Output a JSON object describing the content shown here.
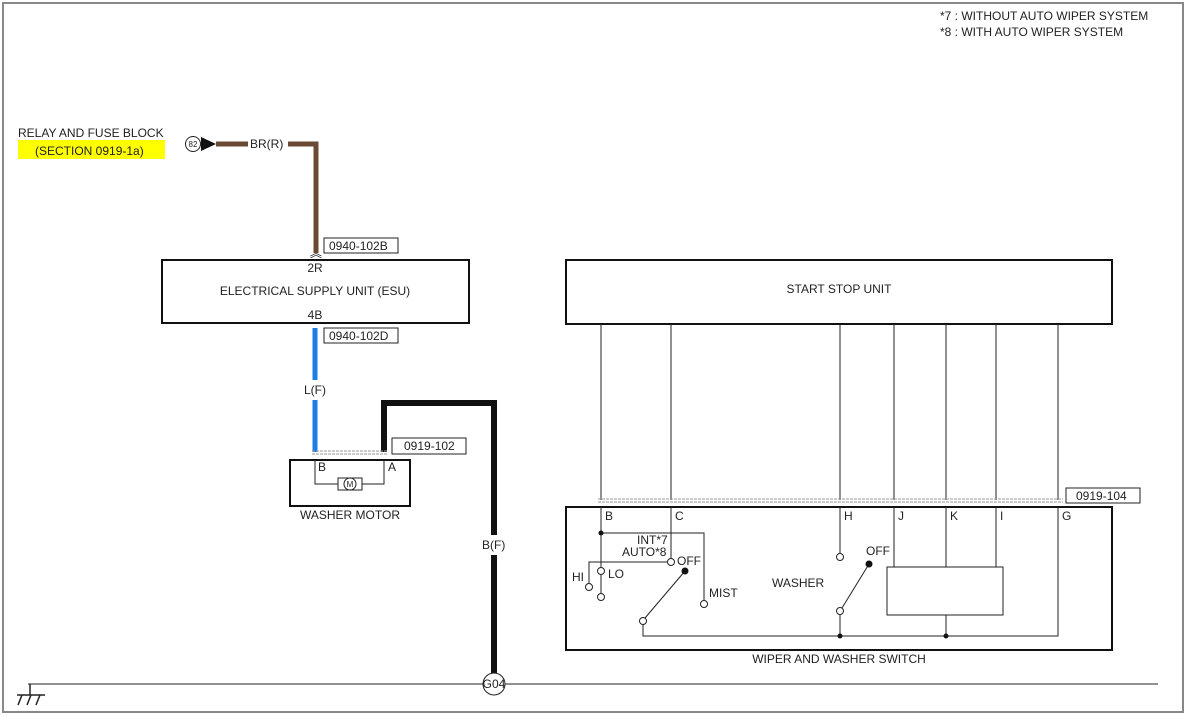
{
  "notes": [
    "*7 : WITHOUT AUTO WIPER SYSTEM",
    "*8 : WITH AUTO WIPER SYSTEM"
  ],
  "relay": {
    "title": "RELAY AND FUSE BLOCK",
    "section": "(SECTION 0919-1a)",
    "terminal": "82"
  },
  "wires": {
    "brown": "BR(R)",
    "blue": "L(F)",
    "black": "B(F)"
  },
  "colors": {
    "brown": "#6b4a34",
    "blue": "#1a7ee6",
    "black": "#111111",
    "highlight": "#ffff00"
  },
  "connectors": {
    "esu_in": "0940-102B",
    "esu_out": "0940-102D",
    "motor": "0919-102",
    "switch": "0919-104"
  },
  "esu": {
    "name": "ELECTRICAL SUPPLY UNIT (ESU)",
    "pin_in": "2R",
    "pin_out": "4B"
  },
  "motor": {
    "name": "WASHER MOTOR",
    "pin_b": "B",
    "pin_a": "A",
    "symbol": "M"
  },
  "ground": {
    "name": "G04"
  },
  "ssu": {
    "name": "START STOP UNIT"
  },
  "switch": {
    "name": "WIPER AND WASHER SWITCH",
    "pins": [
      "B",
      "C",
      "H",
      "J",
      "K",
      "I",
      "G"
    ],
    "labels": {
      "int": "INT*7",
      "auto": "AUTO*8",
      "off": "OFF",
      "hi": "HI",
      "lo": "LO",
      "mist": "MIST",
      "washer": "WASHER",
      "washer_off": "OFF"
    }
  }
}
